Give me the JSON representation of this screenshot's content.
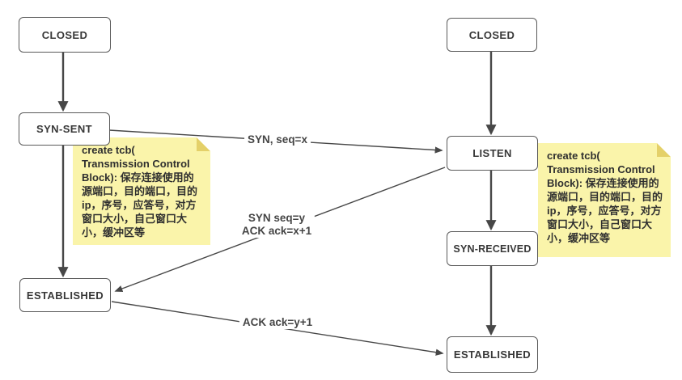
{
  "diagram": {
    "title": "TCP three-way handshake state diagram",
    "nodes": {
      "closed_left": {
        "label": "CLOSED"
      },
      "syn_sent": {
        "label": "SYN-SENT"
      },
      "established_left": {
        "label": "ESTABLISHED"
      },
      "closed_right": {
        "label": "CLOSED"
      },
      "listen": {
        "label": "LISTEN"
      },
      "syn_received": {
        "label": "SYN-RECEIVED"
      },
      "established_right": {
        "label": "ESTABLISHED"
      }
    },
    "edge_labels": {
      "syn": "SYN, seq=x",
      "synack_line1": "SYN seq=y",
      "synack_line2": "ACK ack=x+1",
      "ack": "ACK ack=y+1"
    },
    "notes": {
      "left": {
        "text": "create tcb(\nTransmission Control\nBlock): 保存连接使用的\n源端口，目的端口，目的\nip，序号，应答号，对方\n窗口大小，自己窗口大\n小，缓冲区等"
      },
      "right": {
        "text": "create tcb(\nTransmission Control\nBlock): 保存连接使用的\n源端口，目的端口，目的\nip，序号，应答号，对方\n窗口大小，自己窗口大\n小，缓冲区等"
      }
    },
    "colors": {
      "line": "#474747",
      "box_border": "#5a5a5a",
      "box_text": "#383838",
      "note_bg": "#faf4aa",
      "note_fold": "#e4d069",
      "note_text": "#2f2f2f",
      "label_text": "#454545",
      "bg": "#ffffff"
    }
  }
}
